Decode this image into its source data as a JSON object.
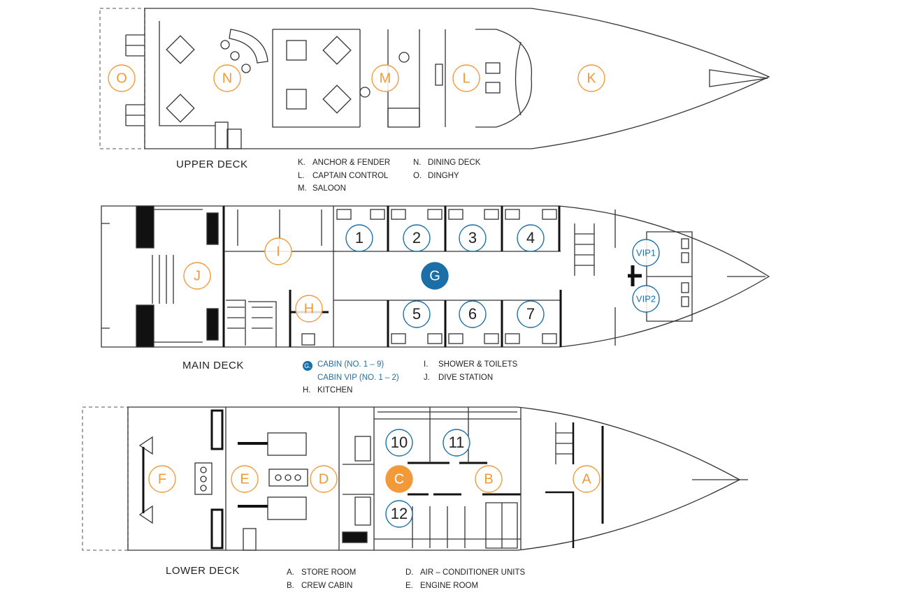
{
  "decks": [
    {
      "title": "UPPER DECK",
      "zones": [
        {
          "label": "O",
          "style": "outline-orange"
        },
        {
          "label": "N",
          "style": "outline-orange"
        },
        {
          "label": "M",
          "style": "outline-orange"
        },
        {
          "label": "L",
          "style": "outline-orange"
        },
        {
          "label": "K",
          "style": "outline-orange"
        }
      ]
    },
    {
      "title": "MAIN DECK",
      "zones": [
        {
          "label": "1",
          "style": "outline-blue"
        },
        {
          "label": "2",
          "style": "outline-blue"
        },
        {
          "label": "3",
          "style": "outline-blue"
        },
        {
          "label": "4",
          "style": "outline-blue"
        },
        {
          "label": "5",
          "style": "outline-blue"
        },
        {
          "label": "6",
          "style": "outline-blue"
        },
        {
          "label": "7",
          "style": "outline-blue"
        },
        {
          "label": "VIP1",
          "style": "outline-blue"
        },
        {
          "label": "VIP2",
          "style": "outline-blue"
        },
        {
          "label": "G",
          "style": "filled-blue"
        },
        {
          "label": "I",
          "style": "outline-orange"
        },
        {
          "label": "J",
          "style": "outline-orange"
        },
        {
          "label": "H",
          "style": "outline-orange"
        }
      ]
    },
    {
      "title": "LOWER DECK",
      "zones": [
        {
          "label": "10",
          "style": "outline-blue"
        },
        {
          "label": "11",
          "style": "outline-blue"
        },
        {
          "label": "12",
          "style": "outline-blue"
        },
        {
          "label": "C",
          "style": "filled-orange"
        },
        {
          "label": "F",
          "style": "outline-orange"
        },
        {
          "label": "E",
          "style": "outline-orange"
        },
        {
          "label": "D",
          "style": "outline-orange"
        },
        {
          "label": "B",
          "style": "outline-orange"
        },
        {
          "label": "A",
          "style": "outline-orange"
        }
      ]
    }
  ],
  "legends": {
    "upper": {
      "col1": [
        {
          "key": "K.",
          "text": "ANCHOR & FENDER"
        },
        {
          "key": "L.",
          "text": "CAPTAIN CONTROL"
        },
        {
          "key": "M.",
          "text": "SALOON"
        }
      ],
      "col2": [
        {
          "key": "N.",
          "text": "DINING DECK"
        },
        {
          "key": "O.",
          "text": "DINGHY"
        }
      ]
    },
    "main": {
      "col1": [
        {
          "key": "G.",
          "text": "CABIN (NO. 1 – 9)"
        },
        {
          "key": "",
          "text": "CABIN VIP (NO. 1 – 2)"
        },
        {
          "key": "H.",
          "text": "KITCHEN"
        }
      ],
      "col2": [
        {
          "key": "I.",
          "text": "SHOWER & TOILETS"
        },
        {
          "key": "J.",
          "text": "DIVE STATION"
        }
      ]
    },
    "lower": {
      "col1": [
        {
          "key": "A.",
          "text": "STORE ROOM"
        },
        {
          "key": "B.",
          "text": "CREW CABIN"
        }
      ],
      "col2": [
        {
          "key": "D.",
          "text": "AIR – CONDITIONER UNITS"
        },
        {
          "key": "E.",
          "text": "ENGINE ROOM"
        }
      ]
    }
  },
  "colors": {
    "blue": "#1b6fa8",
    "orange": "#f29a3a",
    "line": "#333333",
    "wall": "#111111"
  }
}
